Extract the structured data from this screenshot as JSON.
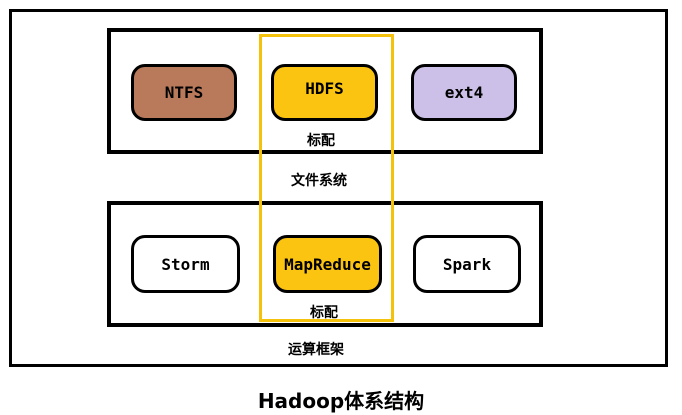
{
  "diagram": {
    "title": "Hadoop体系结构",
    "file_system": {
      "label": "文件系统",
      "standard_label": "标配",
      "nodes": [
        {
          "label": "NTFS",
          "color": "#b87a5b"
        },
        {
          "label": "HDFS",
          "color": "#fbc411"
        },
        {
          "label": "ext4",
          "color": "#ccc0e8"
        }
      ]
    },
    "compute_framework": {
      "label": "运算框架",
      "standard_label": "标配",
      "nodes": [
        {
          "label": "Storm",
          "color": "#ffffff"
        },
        {
          "label": "MapReduce",
          "color": "#fbc411"
        },
        {
          "label": "Spark",
          "color": "#ffffff"
        }
      ]
    },
    "highlight_color": "#f5c20b"
  }
}
